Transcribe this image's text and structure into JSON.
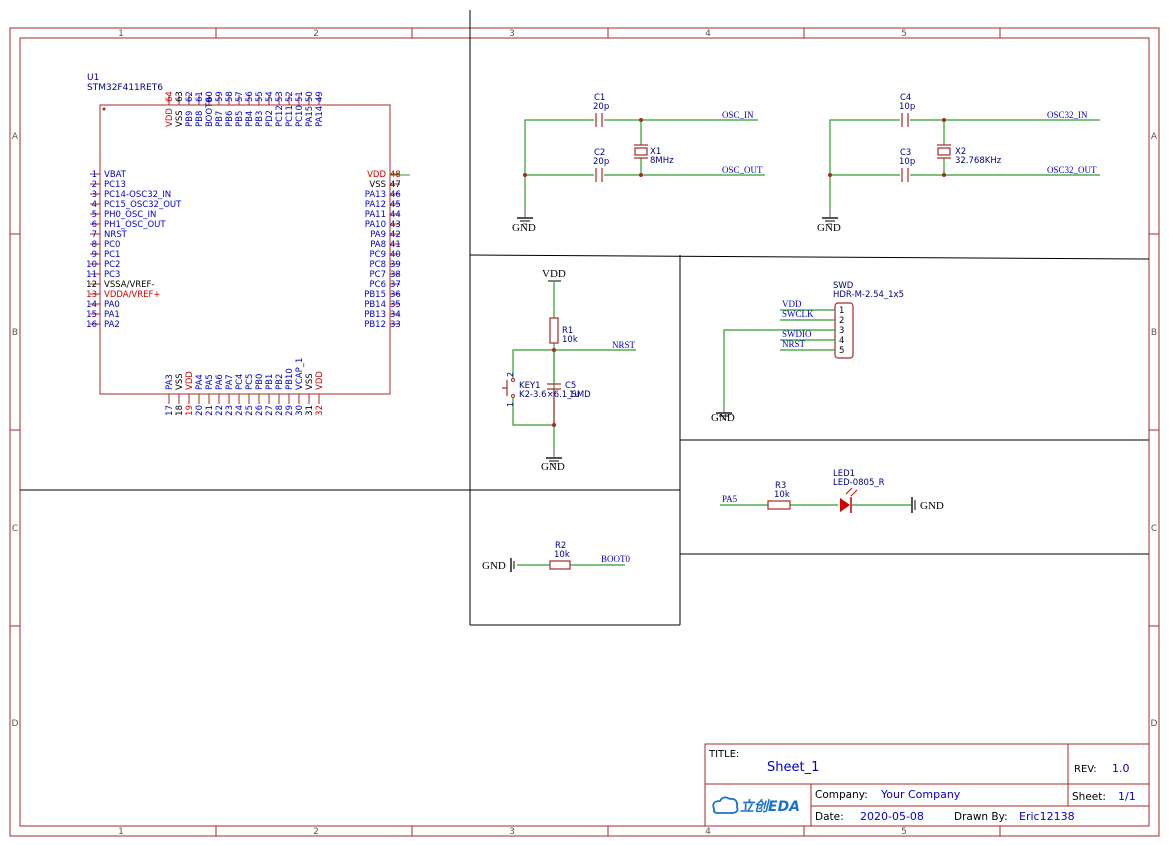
{
  "frame": {
    "col_labels": [
      "1",
      "2",
      "3",
      "4",
      "5"
    ],
    "row_labels": [
      "A",
      "B",
      "C",
      "D"
    ]
  },
  "colors": {
    "border": "#a52a2a",
    "wire": "#2e9e2e",
    "pin": "#a52a2a",
    "text_blue": "#0000cc",
    "text_red": "#cc0000",
    "divider": "#000000",
    "led_red": "#cc0000"
  },
  "mcu": {
    "designator": "U1",
    "part": "STM32F411RET6",
    "left_pins": [
      {
        "num": "1",
        "name": "VBAT",
        "color": "blue"
      },
      {
        "num": "2",
        "name": "PC13",
        "color": "blue"
      },
      {
        "num": "3",
        "name": "PC14-OSC32_IN",
        "color": "blue"
      },
      {
        "num": "4",
        "name": "PC15_OSC32_OUT",
        "color": "blue"
      },
      {
        "num": "5",
        "name": "PH0_OSC_IN",
        "color": "blue"
      },
      {
        "num": "6",
        "name": "PH1_OSC_OUT",
        "color": "blue"
      },
      {
        "num": "7",
        "name": "NRST",
        "color": "blue"
      },
      {
        "num": "8",
        "name": "PC0",
        "color": "blue"
      },
      {
        "num": "9",
        "name": "PC1",
        "color": "blue"
      },
      {
        "num": "10",
        "name": "PC2",
        "color": "blue"
      },
      {
        "num": "11",
        "name": "PC3",
        "color": "blue"
      },
      {
        "num": "12",
        "name": "VSSA/VREF-",
        "color": "black"
      },
      {
        "num": "13",
        "name": "VDDA/VREF+",
        "color": "red"
      },
      {
        "num": "14",
        "name": "PA0",
        "color": "blue"
      },
      {
        "num": "15",
        "name": "PA1",
        "color": "blue"
      },
      {
        "num": "16",
        "name": "PA2",
        "color": "blue"
      }
    ],
    "right_pins": [
      {
        "num": "48",
        "name": "VDD",
        "color": "red"
      },
      {
        "num": "47",
        "name": "VSS",
        "color": "black"
      },
      {
        "num": "46",
        "name": "PA13",
        "color": "blue"
      },
      {
        "num": "45",
        "name": "PA12",
        "color": "blue"
      },
      {
        "num": "44",
        "name": "PA11",
        "color": "blue"
      },
      {
        "num": "43",
        "name": "PA10",
        "color": "blue"
      },
      {
        "num": "42",
        "name": "PA9",
        "color": "blue"
      },
      {
        "num": "41",
        "name": "PA8",
        "color": "blue"
      },
      {
        "num": "40",
        "name": "PC9",
        "color": "blue"
      },
      {
        "num": "39",
        "name": "PC8",
        "color": "blue"
      },
      {
        "num": "38",
        "name": "PC7",
        "color": "blue"
      },
      {
        "num": "37",
        "name": "PC6",
        "color": "blue"
      },
      {
        "num": "36",
        "name": "PB15",
        "color": "blue"
      },
      {
        "num": "35",
        "name": "PB14",
        "color": "blue"
      },
      {
        "num": "34",
        "name": "PB13",
        "color": "blue"
      },
      {
        "num": "33",
        "name": "PB12",
        "color": "blue"
      }
    ],
    "top_pins": [
      {
        "num": "64",
        "name": "VDD",
        "color": "red"
      },
      {
        "num": "63",
        "name": "VSS",
        "color": "black"
      },
      {
        "num": "62",
        "name": "PB9",
        "color": "blue"
      },
      {
        "num": "61",
        "name": "PB8",
        "color": "blue"
      },
      {
        "num": "60",
        "name": "BOOT0",
        "color": "blue"
      },
      {
        "num": "59",
        "name": "PB7",
        "color": "blue"
      },
      {
        "num": "58",
        "name": "PB6",
        "color": "blue"
      },
      {
        "num": "57",
        "name": "PB5",
        "color": "blue"
      },
      {
        "num": "56",
        "name": "PB4",
        "color": "blue"
      },
      {
        "num": "55",
        "name": "PB3",
        "color": "blue"
      },
      {
        "num": "54",
        "name": "PD2",
        "color": "blue"
      },
      {
        "num": "53",
        "name": "PC12",
        "color": "blue"
      },
      {
        "num": "52",
        "name": "PC11",
        "color": "blue"
      },
      {
        "num": "51",
        "name": "PC10",
        "color": "blue"
      },
      {
        "num": "50",
        "name": "PA15",
        "color": "blue"
      },
      {
        "num": "49",
        "name": "PA14",
        "color": "blue"
      }
    ],
    "bottom_pins": [
      {
        "num": "17",
        "name": "PA3",
        "color": "blue"
      },
      {
        "num": "18",
        "name": "VSS",
        "color": "black"
      },
      {
        "num": "19",
        "name": "VDD",
        "color": "red"
      },
      {
        "num": "20",
        "name": "PA4",
        "color": "blue"
      },
      {
        "num": "21",
        "name": "PA5",
        "color": "blue"
      },
      {
        "num": "22",
        "name": "PA6",
        "color": "blue"
      },
      {
        "num": "23",
        "name": "PA7",
        "color": "blue"
      },
      {
        "num": "24",
        "name": "PC4",
        "color": "blue"
      },
      {
        "num": "25",
        "name": "PC5",
        "color": "blue"
      },
      {
        "num": "26",
        "name": "PB0",
        "color": "blue"
      },
      {
        "num": "27",
        "name": "PB1",
        "color": "blue"
      },
      {
        "num": "28",
        "name": "PB2",
        "color": "blue"
      },
      {
        "num": "29",
        "name": "PB10",
        "color": "blue"
      },
      {
        "num": "30",
        "name": "VCAP_1",
        "color": "blue"
      },
      {
        "num": "31",
        "name": "VSS",
        "color": "black"
      },
      {
        "num": "32",
        "name": "VDD",
        "color": "red"
      }
    ]
  },
  "osc_hse": {
    "c1": {
      "ref": "C1",
      "value": "20p"
    },
    "c2": {
      "ref": "C2",
      "value": "20p"
    },
    "x1": {
      "ref": "X1",
      "value": "8MHz"
    },
    "net_in": "OSC_IN",
    "net_out": "OSC_OUT",
    "gnd": "GND"
  },
  "osc_lse": {
    "c4": {
      "ref": "C4",
      "value": "10p"
    },
    "c3": {
      "ref": "C3",
      "value": "10p"
    },
    "x2": {
      "ref": "X2",
      "value": "32.768KHz"
    },
    "net_in": "OSC32_IN",
    "net_out": "OSC32_OUT",
    "gnd": "GND"
  },
  "reset": {
    "vdd": "VDD",
    "r1": {
      "ref": "R1",
      "value": "10k"
    },
    "net": "NRST",
    "key": {
      "ref": "KEY1",
      "value": "K2-3.6×6.1_SMD",
      "pin1": "1",
      "pin2": "2"
    },
    "c5": {
      "ref": "C5",
      "value": "1u"
    },
    "gnd": "GND"
  },
  "swd": {
    "ref": "SWD",
    "part": "HDR-M-2.54_1x5",
    "pins": [
      {
        "num": "1",
        "net": "VDD"
      },
      {
        "num": "2",
        "net": "SWCLK"
      },
      {
        "num": "3",
        "net": "SWDIO"
      },
      {
        "num": "4",
        "net": "NRST"
      },
      {
        "num": "5",
        "net": ""
      }
    ],
    "gnd": "GND"
  },
  "boot": {
    "gnd": "GND",
    "r2": {
      "ref": "R2",
      "value": "10k"
    },
    "net": "BOOT0"
  },
  "led": {
    "net": "PA5",
    "r3": {
      "ref": "R3",
      "value": "10k"
    },
    "led1": {
      "ref": "LED1",
      "value": "LED-0805_R"
    },
    "gnd": "GND"
  },
  "title_block": {
    "title_label": "TITLE:",
    "title": "Sheet_1",
    "rev_label": "REV:",
    "rev": "1.0",
    "company_label": "Company:",
    "company": "Your Company",
    "sheet_label": "Sheet:",
    "sheet": "1/1",
    "date_label": "Date:",
    "date": "2020-05-08",
    "drawn_label": "Drawn By:",
    "drawn_by": "Eric12138",
    "logo_text": "立创EDA"
  }
}
